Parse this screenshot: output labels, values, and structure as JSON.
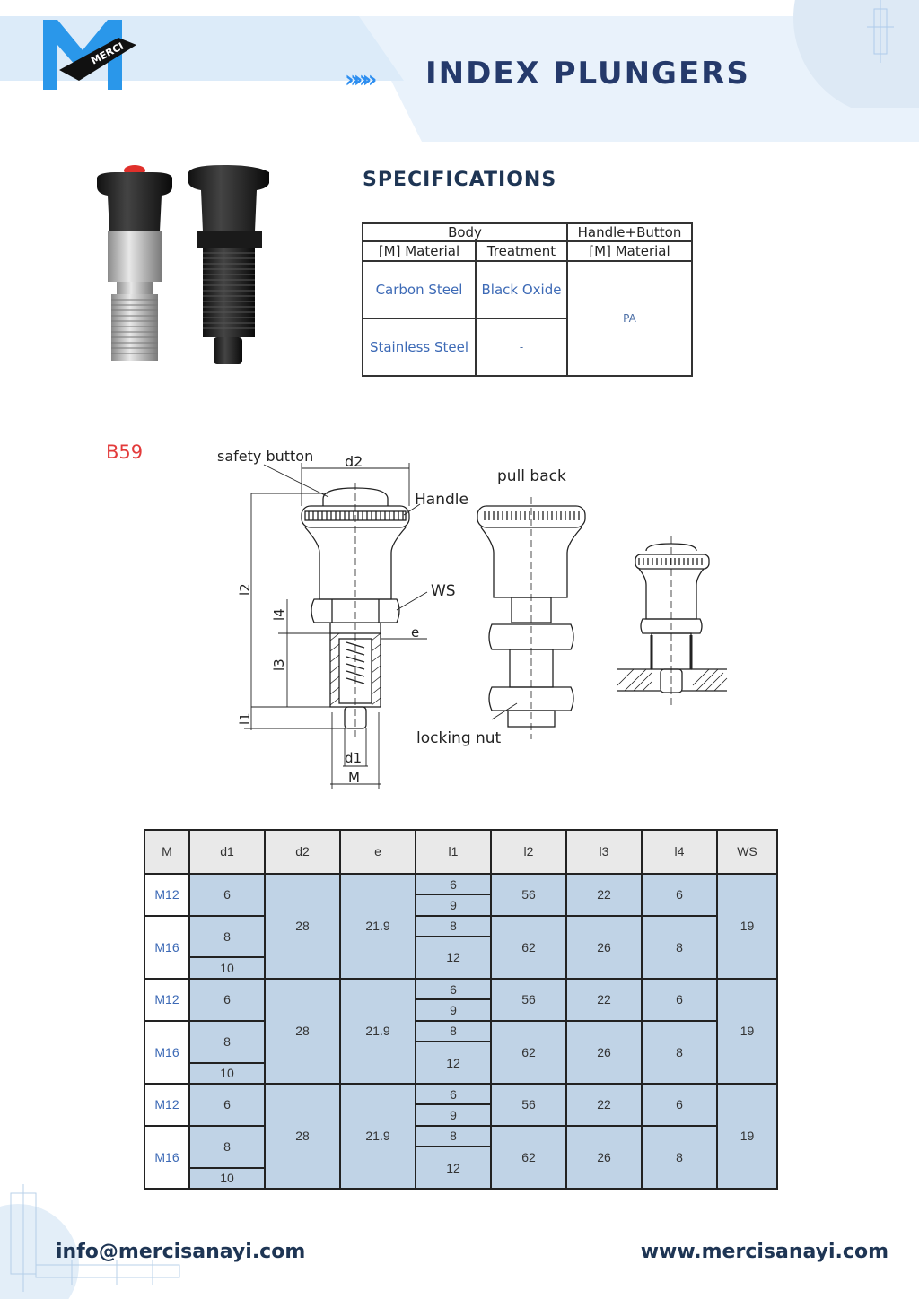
{
  "header": {
    "brand_logo_text": "MERCI",
    "arrows": "»»»",
    "title": "INDEX PLUNGERS"
  },
  "specifications": {
    "title": "SPECIFICATIONS",
    "table": {
      "group_body": "Body",
      "group_handle": "Handle+Button",
      "col_material": "[M] Material",
      "col_treatment": "Treatment",
      "col_handle_material": "[M] Material",
      "rows": [
        {
          "material": "Carbon Steel",
          "treatment": "Black Oxide"
        },
        {
          "material": "Stainless Steel",
          "treatment": "-"
        }
      ],
      "handle_material_value": "PA"
    }
  },
  "model_code": "B59",
  "drawing_labels": {
    "safety_button": "safety button",
    "d2": "d2",
    "handle": "Handle",
    "pull_back": "pull back",
    "ws": "WS",
    "e": "e",
    "l2": "l2",
    "l4": "l4",
    "l3": "l3",
    "l1": "l1",
    "d1": "d1",
    "m": "M",
    "locking_nut": "locking nut"
  },
  "dimensions": {
    "headers": [
      "M",
      "d1",
      "d2",
      "e",
      "l1",
      "l2",
      "l3",
      "l4",
      "WS"
    ],
    "groups": [
      {
        "m_a": "M12",
        "d1_a": "6",
        "m_b": "M16",
        "d1_b1": "8",
        "d1_b2": "10",
        "d2": "28",
        "e": "21.9",
        "l1": [
          "6",
          "9",
          "8",
          "12"
        ],
        "l2_a": "56",
        "l3_a": "22",
        "l4_a": "6",
        "l2_b": "62",
        "l3_b": "26",
        "l4_b": "8",
        "ws": "19"
      },
      {
        "m_a": "M12",
        "d1_a": "6",
        "m_b": "M16",
        "d1_b1": "8",
        "d1_b2": "10",
        "d2": "28",
        "e": "21.9",
        "l1": [
          "6",
          "9",
          "8",
          "12"
        ],
        "l2_a": "56",
        "l3_a": "22",
        "l4_a": "6",
        "l2_b": "62",
        "l3_b": "26",
        "l4_b": "8",
        "ws": "19"
      },
      {
        "m_a": "M12",
        "d1_a": "6",
        "m_b": "M16",
        "d1_b1": "8",
        "d1_b2": "10",
        "d2": "28",
        "e": "21.9",
        "l1": [
          "6",
          "9",
          "8",
          "12"
        ],
        "l2_a": "56",
        "l3_a": "22",
        "l4_a": "6",
        "l2_b": "62",
        "l3_b": "26",
        "l4_b": "8",
        "ws": "19"
      }
    ]
  },
  "footer": {
    "email": "info@mercisanayi.com",
    "website": "www.mercisanayi.com"
  },
  "colors": {
    "navy": "#253a6b",
    "accent_blue": "#2d8ef0",
    "header_band": "#e9f2fb",
    "table_fill": "#c0d3e6",
    "model_red": "#e33b3b"
  }
}
